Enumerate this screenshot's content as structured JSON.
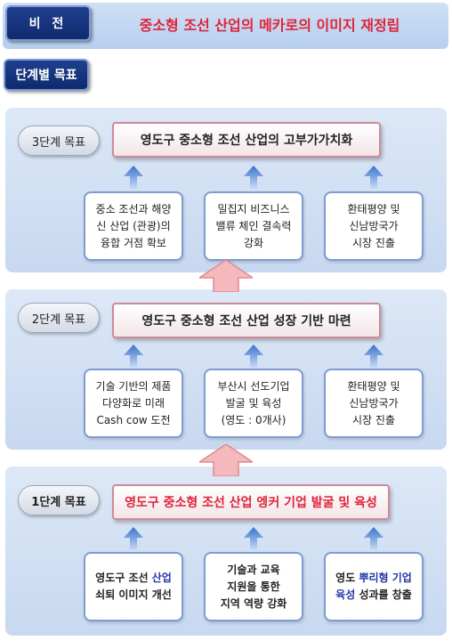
{
  "vision": {
    "label": "비 전",
    "text": "중소형 조선 산업의 메카로의 이미지 재정립"
  },
  "stage_goal_label": "단계별 목표",
  "stages": [
    {
      "label": "3단계 목표",
      "goal": "영도구 중소형 조선 산업의 고부가가치화",
      "items": [
        {
          "line1": "중소 조선과 해양",
          "line2": "신 산업 (관광)의",
          "line3": "융합 거점 확보"
        },
        {
          "line1": "밀집지 비즈니스",
          "line2": "밸류 체인 결속력",
          "line3": "강화"
        },
        {
          "line1": "환태평양 및",
          "line2": "신남방국가",
          "line3": "시장 진출"
        }
      ]
    },
    {
      "label": "2단계 목표",
      "goal": "영도구 중소형 조선 산업 성장 기반 마련",
      "items": [
        {
          "line1": "기술 기반의 제품",
          "line2": "다양화로 미래",
          "line3": "Cash cow 도전"
        },
        {
          "line1": "부산시 선도기업",
          "line2": "발굴 및 육성",
          "line3": "(영도 : 0개사)"
        },
        {
          "line1": "환태평양 및",
          "line2": "신남방국가",
          "line3": "시장 진출"
        }
      ]
    },
    {
      "label": "1단계 목표",
      "goal": "영도구 중소형 조선 산업 엥커 기업 발굴 및 육성",
      "items": [
        {
          "a": "영도구 조선 ",
          "b": "산업",
          "c": "쇠퇴 이미지 개선"
        },
        {
          "a": "기술과 교육",
          "b": "지원을 통한",
          "c": "지역 역량 강화"
        },
        {
          "a": "영도 ",
          "b": "뿌리형 기업",
          "c": "육성",
          "d": " 성과를 창출"
        }
      ]
    }
  ],
  "colors": {
    "accent_red": "#e0243a",
    "navy": "#1f3f8f",
    "arrow_pink": "#f4b8bd",
    "arrow_blue": "#5b8fd8"
  }
}
